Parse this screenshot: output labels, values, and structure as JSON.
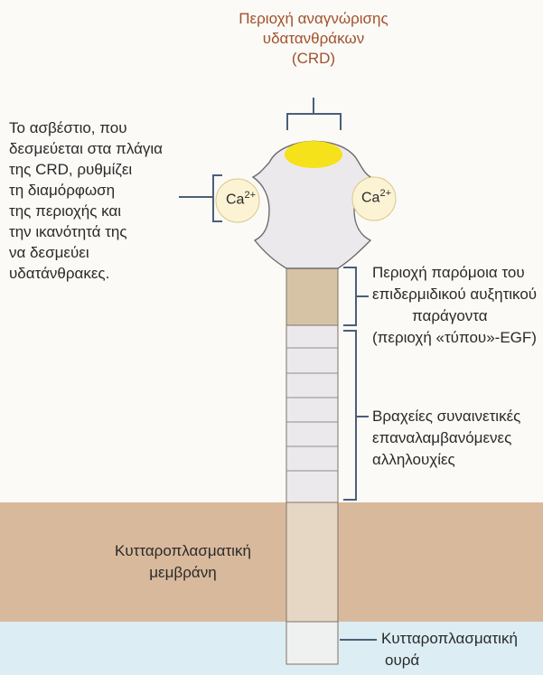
{
  "labels": {
    "crd": [
      "Περιοχή αναγνώρισης",
      "υδατανθράκων",
      "(CRD)"
    ],
    "calcium": [
      "Το ασβέστιο, που",
      "δεσμεύεται στα πλάγια",
      "της CRD, ρυθμίζει",
      "τη διαμόρφωση",
      "της περιοχής και",
      "την ικανότητά της",
      "να δεσμεύει",
      "υδατάνθρακες."
    ],
    "egf": [
      "Περιοχή παρόμοια του",
      "επιδερμιδικού αυξητικού",
      "παράγοντα",
      "(περιοχή «τύπου»-EGF)"
    ],
    "repeats": [
      "Βραχείες συναινετικές",
      "επαναλαμβανόμενες",
      "αλληλουχίες"
    ],
    "membrane": [
      "Κυτταροπλασματική",
      "μεμβράνη"
    ],
    "tail": [
      "Κυτταροπλασματική",
      "ουρά"
    ]
  },
  "ions": {
    "left": {
      "symbol": "Ca",
      "charge": "2+"
    },
    "right": {
      "symbol": "Ca",
      "charge": "2+"
    }
  },
  "colors": {
    "membrane": "#d9b99c",
    "cytoplasm": "#dcedf4",
    "bracket": "#4a5f78",
    "binding_site": "#f5e21a",
    "egf_region": "#d6c3a6",
    "repeat_region": "#ece9ec",
    "crd_label": "#a0522d",
    "calcium_ion": "#fbf3d4"
  }
}
